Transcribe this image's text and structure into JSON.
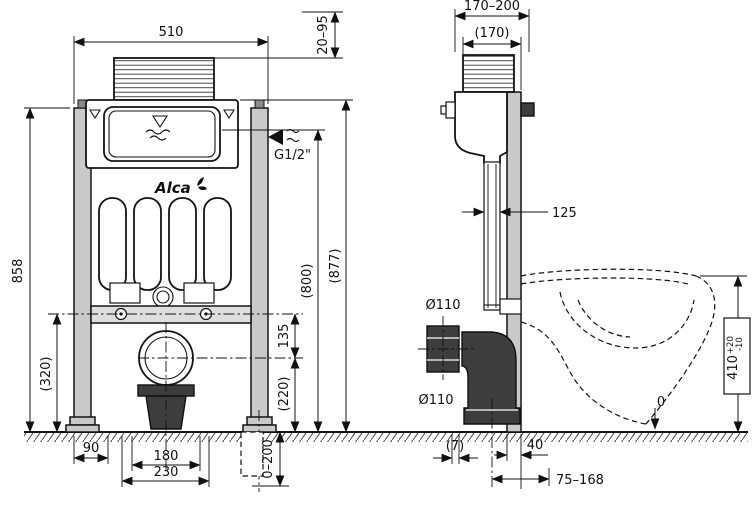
{
  "drawing": {
    "brand_logo": "Alca",
    "front_view": {
      "dim_width": "510",
      "dim_height": "858",
      "dim_height_lower": "(320)",
      "dim_foot_offset": "90",
      "dim_fixing_spacing": "180",
      "dim_base_width": "230",
      "dim_bar_to_outlet": "135",
      "dim_outlet_height": "(220)",
      "dim_plate_height": "(800)",
      "dim_total_height": "(877)",
      "dim_top_adjust": "20–95",
      "dim_leg_extension": "0–200",
      "water_inlet": "G1/2\""
    },
    "side_view": {
      "dim_depth_range": "170–200",
      "dim_depth": "(170)",
      "dim_pipe_offset": "125",
      "dim_outlet_dia_wall": "Ø110",
      "dim_outlet_dia_floor": "Ø110",
      "dim_gap": "(7)",
      "dim_rail_depth": "40",
      "dim_outlet_range": "75–168",
      "dim_bowl_height": "410",
      "dim_bowl_tol_plus": "+20",
      "dim_bowl_tol_minus": "-10",
      "floor_reference": "0"
    }
  }
}
